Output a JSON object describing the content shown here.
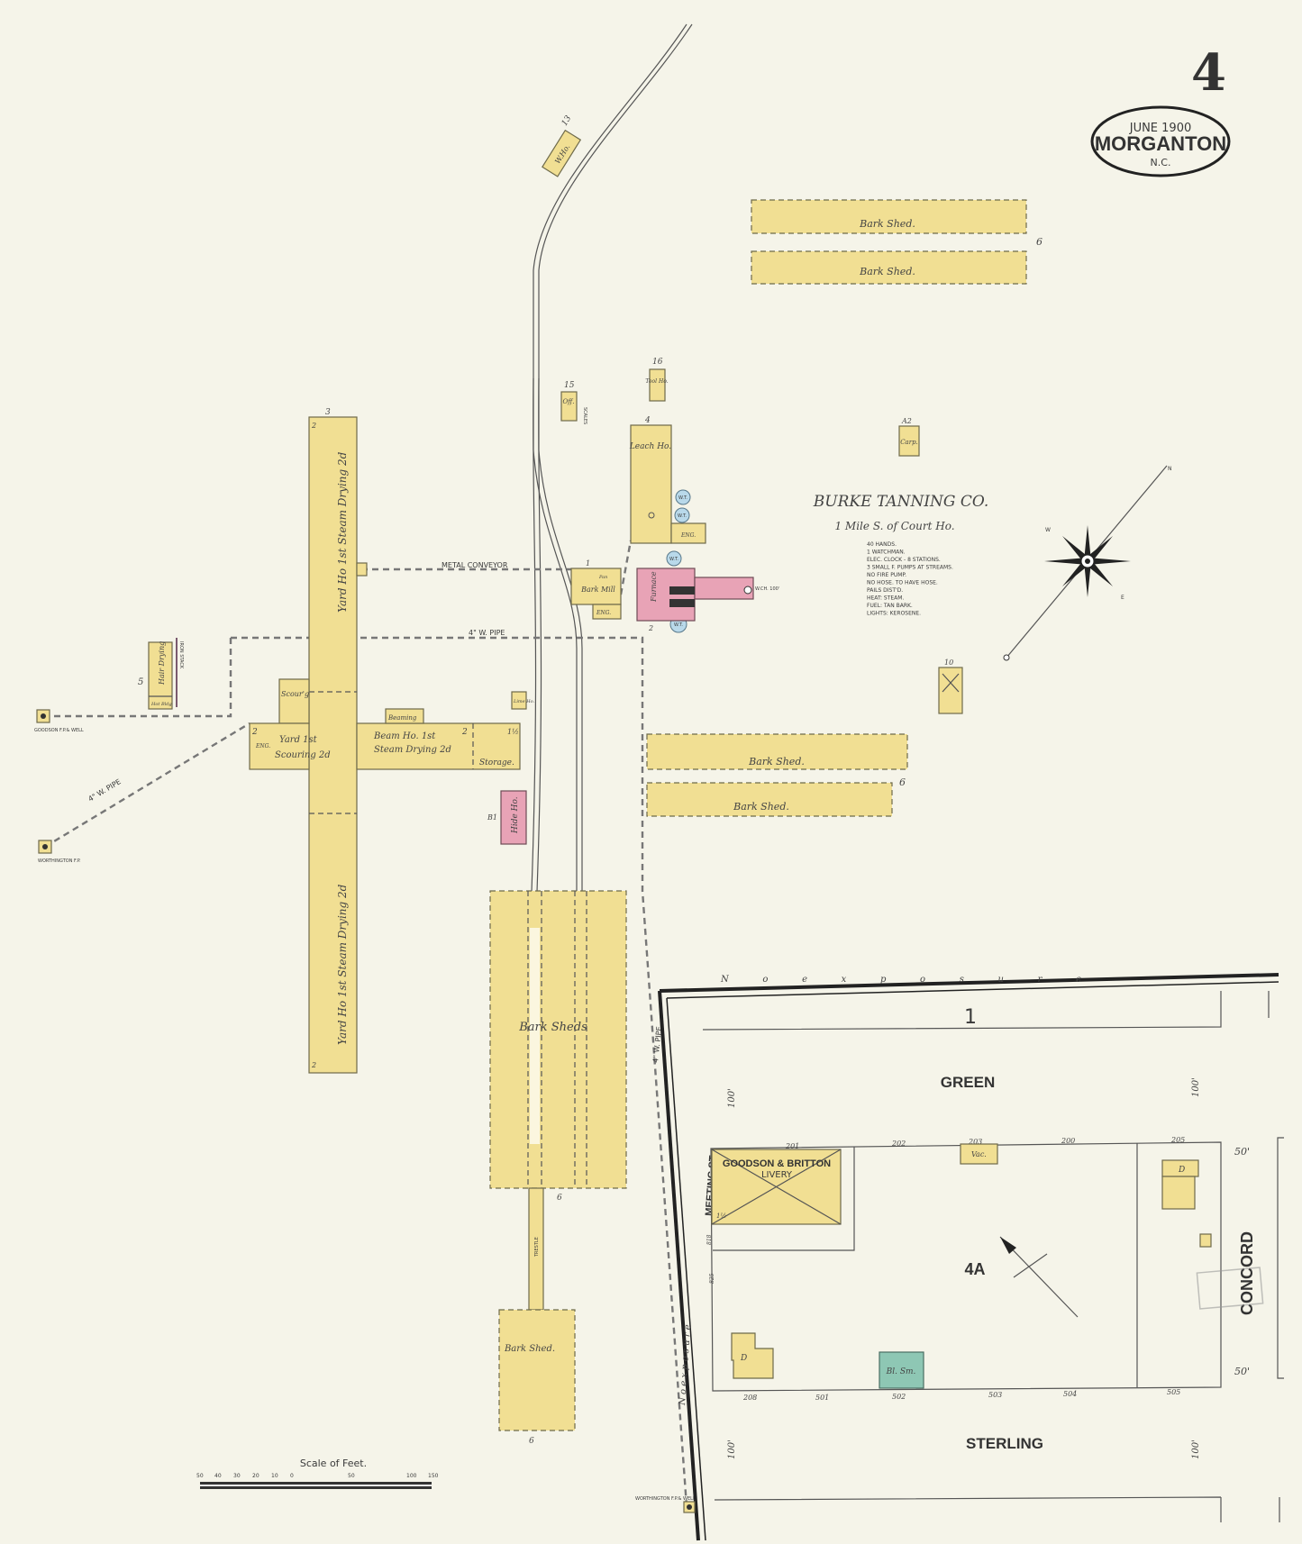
{
  "sheet": {
    "number": "4",
    "date": "JUNE 1900",
    "town": "MORGANTON",
    "state": "N.C."
  },
  "company": {
    "name": "BURKE TANNING CO.",
    "location": "1 Mile S. of Court Ho.",
    "notes": [
      "40 HANDS.",
      "1 WATCHMAN.",
      "ELEC. CLOCK - 8 STATIONS.",
      "3 SMALL F. PUMPS AT STREAMS.",
      "NO FIRE PUMP.",
      "NO HOSE. TO HAVE HOSE.",
      "PAILS DIST'D.",
      "HEAT: STEAM.",
      "FUEL: TAN BARK.",
      "LIGHTS: KEROSENE."
    ]
  },
  "labels": {
    "bark_shed": "Bark Shed.",
    "bark_sheds": "Bark  Sheds",
    "six": "6",
    "w_ho": "W.Ho.",
    "w_ho_num": "13",
    "tool_ho": "Tool Ho.",
    "tool_num": "16",
    "off": "Off.",
    "off_num": "15",
    "scales": "SCALES",
    "leach_ho": "Leach Ho.",
    "leach_num": "4",
    "eng": "ENG.",
    "wt": "W.T.",
    "bark_mill": "Bark Mill",
    "pan": "Pan",
    "furnace": "Furnace",
    "chimney": "W.CH. 100'",
    "two": "2",
    "one": "1",
    "metal_conveyor": "METAL CONVEYOR",
    "w_pipe": "4\" W. PIPE",
    "yard_steam_top": "Yard Ho 1st  Steam Drying 2d",
    "yard_steam_bottom": "Yard Ho 1st  Steam Drying 2d",
    "three": "3",
    "scourg": "Scour'g",
    "yard_scouring_1": "Yard 1st",
    "yard_scouring_2": "Scouring 2d",
    "beam_1": "Beam Ho. 1st",
    "beam_2": "Steam Drying 2d",
    "beaming": "Beaming",
    "storage": "Storage.",
    "one_h": "1½",
    "lime_ho": "Lime Ho.",
    "hair_drying": "Hair Drying",
    "hot_bldg": "Hot Bldg",
    "five": "5",
    "stack_note": "IRON STACK",
    "goodson_well": "GOODSON F.P.& WELL",
    "worthington_fp": "WORTHINGTON F.P.",
    "worthington_well": "WORTHINGTON F.P.& WELL",
    "hide_ho": "Hide Ho.",
    "bl": "B1",
    "carp": "Carp.",
    "carp_num": "A2",
    "ten": "10",
    "trestle": "TRESTLE"
  },
  "scale": {
    "title": "Scale of Feet.",
    "ticks": [
      "50",
      "40",
      "30",
      "20",
      "10",
      "0",
      "50",
      "100",
      "150"
    ]
  },
  "compass": {
    "n": "N",
    "e": "E",
    "w": "W"
  },
  "block": {
    "no_exposure": "N o   e x p o s u r e",
    "no_exposure_v": "N o  e x p o s u r e",
    "sheet_ref": "1",
    "block_no": "4A",
    "streets": {
      "green": "GREEN",
      "sterling": "STERLING",
      "concord": "CONCORD",
      "meeting": "MEETING  ST."
    },
    "dims": {
      "hundred": "100'",
      "fifty": "50'"
    },
    "numbers_top": [
      "201",
      "202",
      "203",
      "200",
      "205"
    ],
    "numbers_bottom": [
      "208",
      "501",
      "502",
      "503",
      "504",
      "505"
    ],
    "meeting_nums": [
      "818",
      "825"
    ],
    "livery": {
      "name": "GOODSON & BRITTON",
      "sub": "LIVERY",
      "stories": "1½"
    },
    "vac": "Vac.",
    "dwelling": "D",
    "bl_sm": "Bl. Sm."
  },
  "colors": {
    "paper": "#f5f4e9",
    "frame": "#f1df93",
    "brick": "#e8a3b6",
    "stone": "#8ec7b4",
    "water_tank": "#b9d9ea"
  }
}
